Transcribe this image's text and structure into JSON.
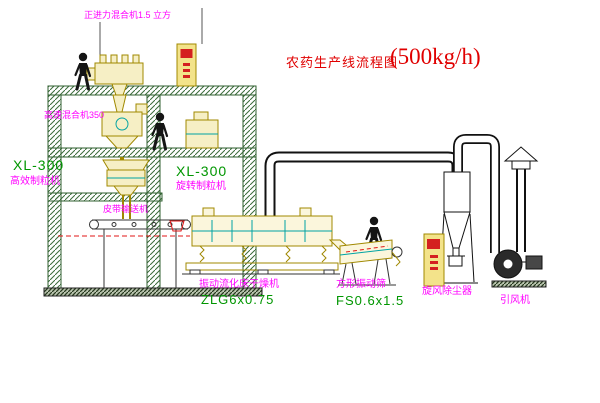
{
  "title": {
    "name": "农药生产线流程图",
    "capacity": "(500kg/h)"
  },
  "labels": {
    "top_mixer": "正进力混合机1.5 立方",
    "high_speed_mixer": "高速混合机350",
    "granulator_left_model": "XL-300",
    "granulator_left_name": "高效制粒机",
    "granulator_right_model": "XL-300",
    "granulator_right_name": "旋转制粒机",
    "belt_conveyor": "皮带输送机",
    "fluid_bed_dryer": "振动流化床干燥机",
    "fluid_bed_dryer_model": "ZLG6x0.75",
    "vibrating_sieve": "方形振动筛",
    "vibrating_sieve_model": "FS0.6x1.5",
    "cyclone": "旋风除尘器",
    "induced_draft_fan": "引风机"
  },
  "colors": {
    "label_magenta": "#ff00ff",
    "label_green": "#009600",
    "title_red": "#e00000",
    "equipment_yellow": "#a08800",
    "equipment_cyan": "#00a3a3",
    "structure_green": "#2f5f2f"
  }
}
